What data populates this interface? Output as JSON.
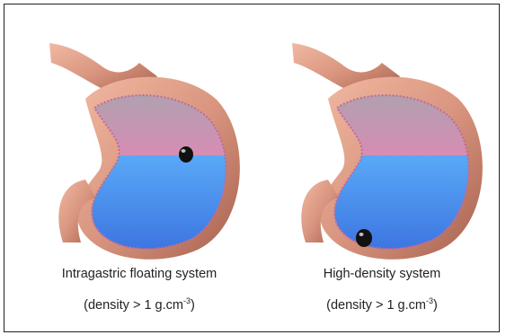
{
  "figure": {
    "panels": [
      {
        "caption_line1": "Intragastric floating system",
        "caption_line2_prefix": "(density > 1 g.cm",
        "caption_line2_exponent": "-3",
        "caption_line2_suffix": ")",
        "tablet_position": "floating at fluid surface"
      },
      {
        "caption_line1": "High-density system",
        "caption_line2_prefix": "(density > 1 g.cm",
        "caption_line2_exponent": "-3",
        "caption_line2_suffix": ")",
        "tablet_position": "sunk at stomach bottom"
      }
    ],
    "colors": {
      "stomach_wall": "#d9957f",
      "stomach_shadow": "#a5614e",
      "gas_region": "#c9a0b4",
      "fluid": "#3f8fea",
      "tablet": "#111111"
    }
  }
}
